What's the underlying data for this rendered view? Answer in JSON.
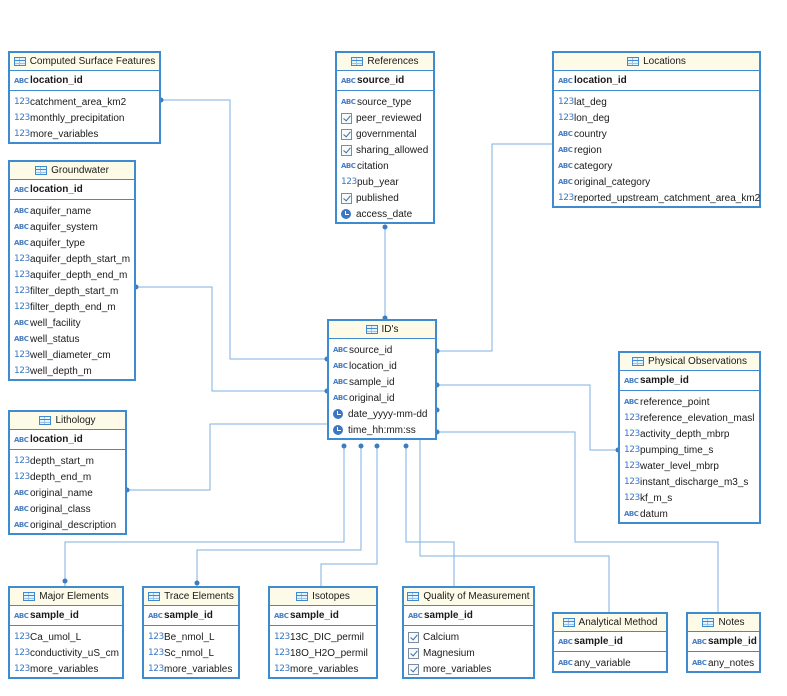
{
  "icons": {
    "text": "abc-type-icon",
    "number": "123-type-icon",
    "boolean": "checkbox-icon",
    "datetime": "clock-icon",
    "table": "table-icon"
  },
  "colors": {
    "border": "#3e8bd0",
    "header_bg": "#fdfbe7",
    "line": "#6fa8dc",
    "icon": "#4a7fc1"
  },
  "entities": {
    "computed_surface_features": {
      "title": "Computed Surface Features",
      "pk": {
        "type": "abc",
        "name": "location_id"
      },
      "columns": [
        {
          "type": "123",
          "name": "catchment_area_km2"
        },
        {
          "type": "123",
          "name": "monthly_precipitation"
        },
        {
          "type": "123",
          "name": "more_variables"
        }
      ]
    },
    "references": {
      "title": "References",
      "pk": {
        "type": "abc",
        "name": "source_id"
      },
      "columns": [
        {
          "type": "abc",
          "name": "source_type"
        },
        {
          "type": "bool",
          "name": "peer_reviewed"
        },
        {
          "type": "bool",
          "name": "governmental"
        },
        {
          "type": "bool",
          "name": "sharing_allowed"
        },
        {
          "type": "abc",
          "name": "citation"
        },
        {
          "type": "123",
          "name": "pub_year"
        },
        {
          "type": "bool",
          "name": "published"
        },
        {
          "type": "time",
          "name": "access_date"
        }
      ]
    },
    "locations": {
      "title": "Locations",
      "pk": {
        "type": "abc",
        "name": "location_id"
      },
      "columns": [
        {
          "type": "123",
          "name": "lat_deg"
        },
        {
          "type": "123",
          "name": "lon_deg"
        },
        {
          "type": "abc",
          "name": "country"
        },
        {
          "type": "abc",
          "name": "region"
        },
        {
          "type": "abc",
          "name": "category"
        },
        {
          "type": "abc",
          "name": "original_category"
        },
        {
          "type": "123",
          "name": "reported_upstream_catchment_area_km2"
        }
      ]
    },
    "groundwater": {
      "title": "Groundwater",
      "pk": {
        "type": "abc",
        "name": "location_id"
      },
      "columns": [
        {
          "type": "abc",
          "name": "aquifer_name"
        },
        {
          "type": "abc",
          "name": "aquifer_system"
        },
        {
          "type": "abc",
          "name": "aquifer_type"
        },
        {
          "type": "123",
          "name": "aquifer_depth_start_m"
        },
        {
          "type": "123",
          "name": "aquifer_depth_end_m"
        },
        {
          "type": "123",
          "name": "filter_depth_start_m"
        },
        {
          "type": "123",
          "name": "filter_depth_end_m"
        },
        {
          "type": "abc",
          "name": "well_facility"
        },
        {
          "type": "abc",
          "name": "well_status"
        },
        {
          "type": "123",
          "name": "well_diameter_cm"
        },
        {
          "type": "123",
          "name": "well_depth_m"
        }
      ]
    },
    "ids": {
      "title": "ID's",
      "pk": null,
      "columns": [
        {
          "type": "abc",
          "name": "source_id"
        },
        {
          "type": "abc",
          "name": "location_id"
        },
        {
          "type": "abc",
          "name": "sample_id"
        },
        {
          "type": "abc",
          "name": "original_id"
        },
        {
          "type": "time",
          "name": "date_yyyy-mm-dd"
        },
        {
          "type": "time",
          "name": "time_hh:mm:ss"
        }
      ]
    },
    "physical_observations": {
      "title": "Physical Observations",
      "pk": {
        "type": "abc",
        "name": "sample_id"
      },
      "columns": [
        {
          "type": "abc",
          "name": "reference_point"
        },
        {
          "type": "123",
          "name": "reference_elevation_masl"
        },
        {
          "type": "123",
          "name": "activity_depth_mbrp"
        },
        {
          "type": "123",
          "name": "pumping_time_s"
        },
        {
          "type": "123",
          "name": "water_level_mbrp"
        },
        {
          "type": "123",
          "name": "instant_discharge_m3_s"
        },
        {
          "type": "123",
          "name": "kf_m_s"
        },
        {
          "type": "abc",
          "name": "datum"
        }
      ]
    },
    "lithology": {
      "title": "Lithology",
      "pk": {
        "type": "abc",
        "name": "location_id"
      },
      "columns": [
        {
          "type": "123",
          "name": "depth_start_m"
        },
        {
          "type": "123",
          "name": "depth_end_m"
        },
        {
          "type": "abc",
          "name": "original_name"
        },
        {
          "type": "abc",
          "name": "original_class"
        },
        {
          "type": "abc",
          "name": "original_description"
        }
      ]
    },
    "major_elements": {
      "title": "Major Elements",
      "pk": {
        "type": "abc",
        "name": "sample_id"
      },
      "columns": [
        {
          "type": "123",
          "name": "Ca_umol_L"
        },
        {
          "type": "123",
          "name": "conductivity_uS_cm"
        },
        {
          "type": "123",
          "name": "more_variables"
        }
      ]
    },
    "trace_elements": {
      "title": "Trace Elements",
      "pk": {
        "type": "abc",
        "name": "sample_id"
      },
      "columns": [
        {
          "type": "123",
          "name": "Be_nmol_L"
        },
        {
          "type": "123",
          "name": "Sc_nmol_L"
        },
        {
          "type": "123",
          "name": "more_variables"
        }
      ]
    },
    "isotopes": {
      "title": "Isotopes",
      "pk": {
        "type": "abc",
        "name": "sample_id"
      },
      "columns": [
        {
          "type": "123",
          "name": "13C_DIC_permil"
        },
        {
          "type": "123",
          "name": "18O_H2O_permil"
        },
        {
          "type": "123",
          "name": "more_variables"
        }
      ]
    },
    "quality_of_measurement": {
      "title": "Quality of Measurement",
      "pk": {
        "type": "abc",
        "name": "sample_id"
      },
      "columns": [
        {
          "type": "bool",
          "name": "Calcium"
        },
        {
          "type": "bool",
          "name": "Magnesium"
        },
        {
          "type": "bool",
          "name": "more_variables"
        }
      ]
    },
    "analytical_method": {
      "title": "Analytical Method",
      "pk": {
        "type": "abc",
        "name": "sample_id"
      },
      "columns": [
        {
          "type": "abc",
          "name": "any_variable"
        }
      ]
    },
    "notes": {
      "title": "Notes",
      "pk": {
        "type": "abc",
        "name": "sample_id"
      },
      "columns": [
        {
          "type": "abc",
          "name": "any_notes"
        }
      ]
    }
  }
}
